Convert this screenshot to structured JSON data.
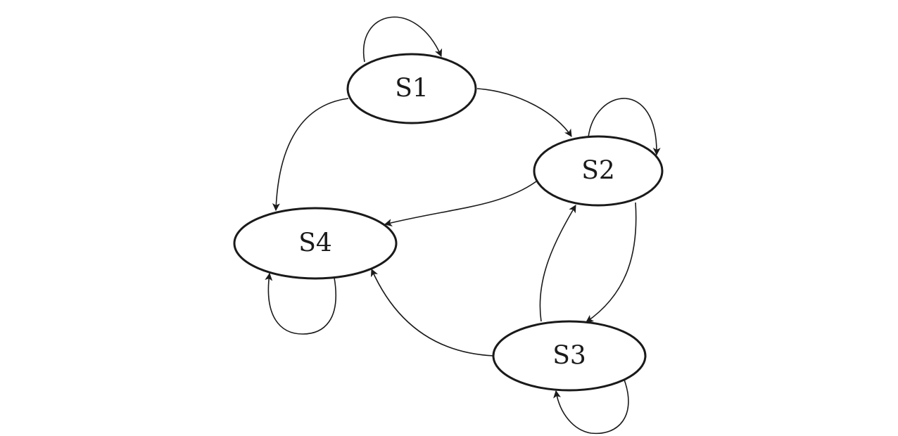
{
  "diagram": {
    "type": "state-transition-graph",
    "nodes": [
      {
        "id": "s1",
        "label": "S1"
      },
      {
        "id": "s2",
        "label": "S2"
      },
      {
        "id": "s3",
        "label": "S3"
      },
      {
        "id": "s4",
        "label": "S4"
      }
    ],
    "edges": [
      {
        "from": "s1",
        "to": "s1"
      },
      {
        "from": "s1",
        "to": "s2"
      },
      {
        "from": "s1",
        "to": "s4"
      },
      {
        "from": "s2",
        "to": "s2"
      },
      {
        "from": "s2",
        "to": "s3"
      },
      {
        "from": "s2",
        "to": "s4"
      },
      {
        "from": "s3",
        "to": "s2"
      },
      {
        "from": "s3",
        "to": "s3"
      },
      {
        "from": "s3",
        "to": "s4"
      },
      {
        "from": "s4",
        "to": "s4"
      }
    ],
    "colors": {
      "stroke": "#1a1a1a",
      "background": "#ffffff"
    }
  }
}
